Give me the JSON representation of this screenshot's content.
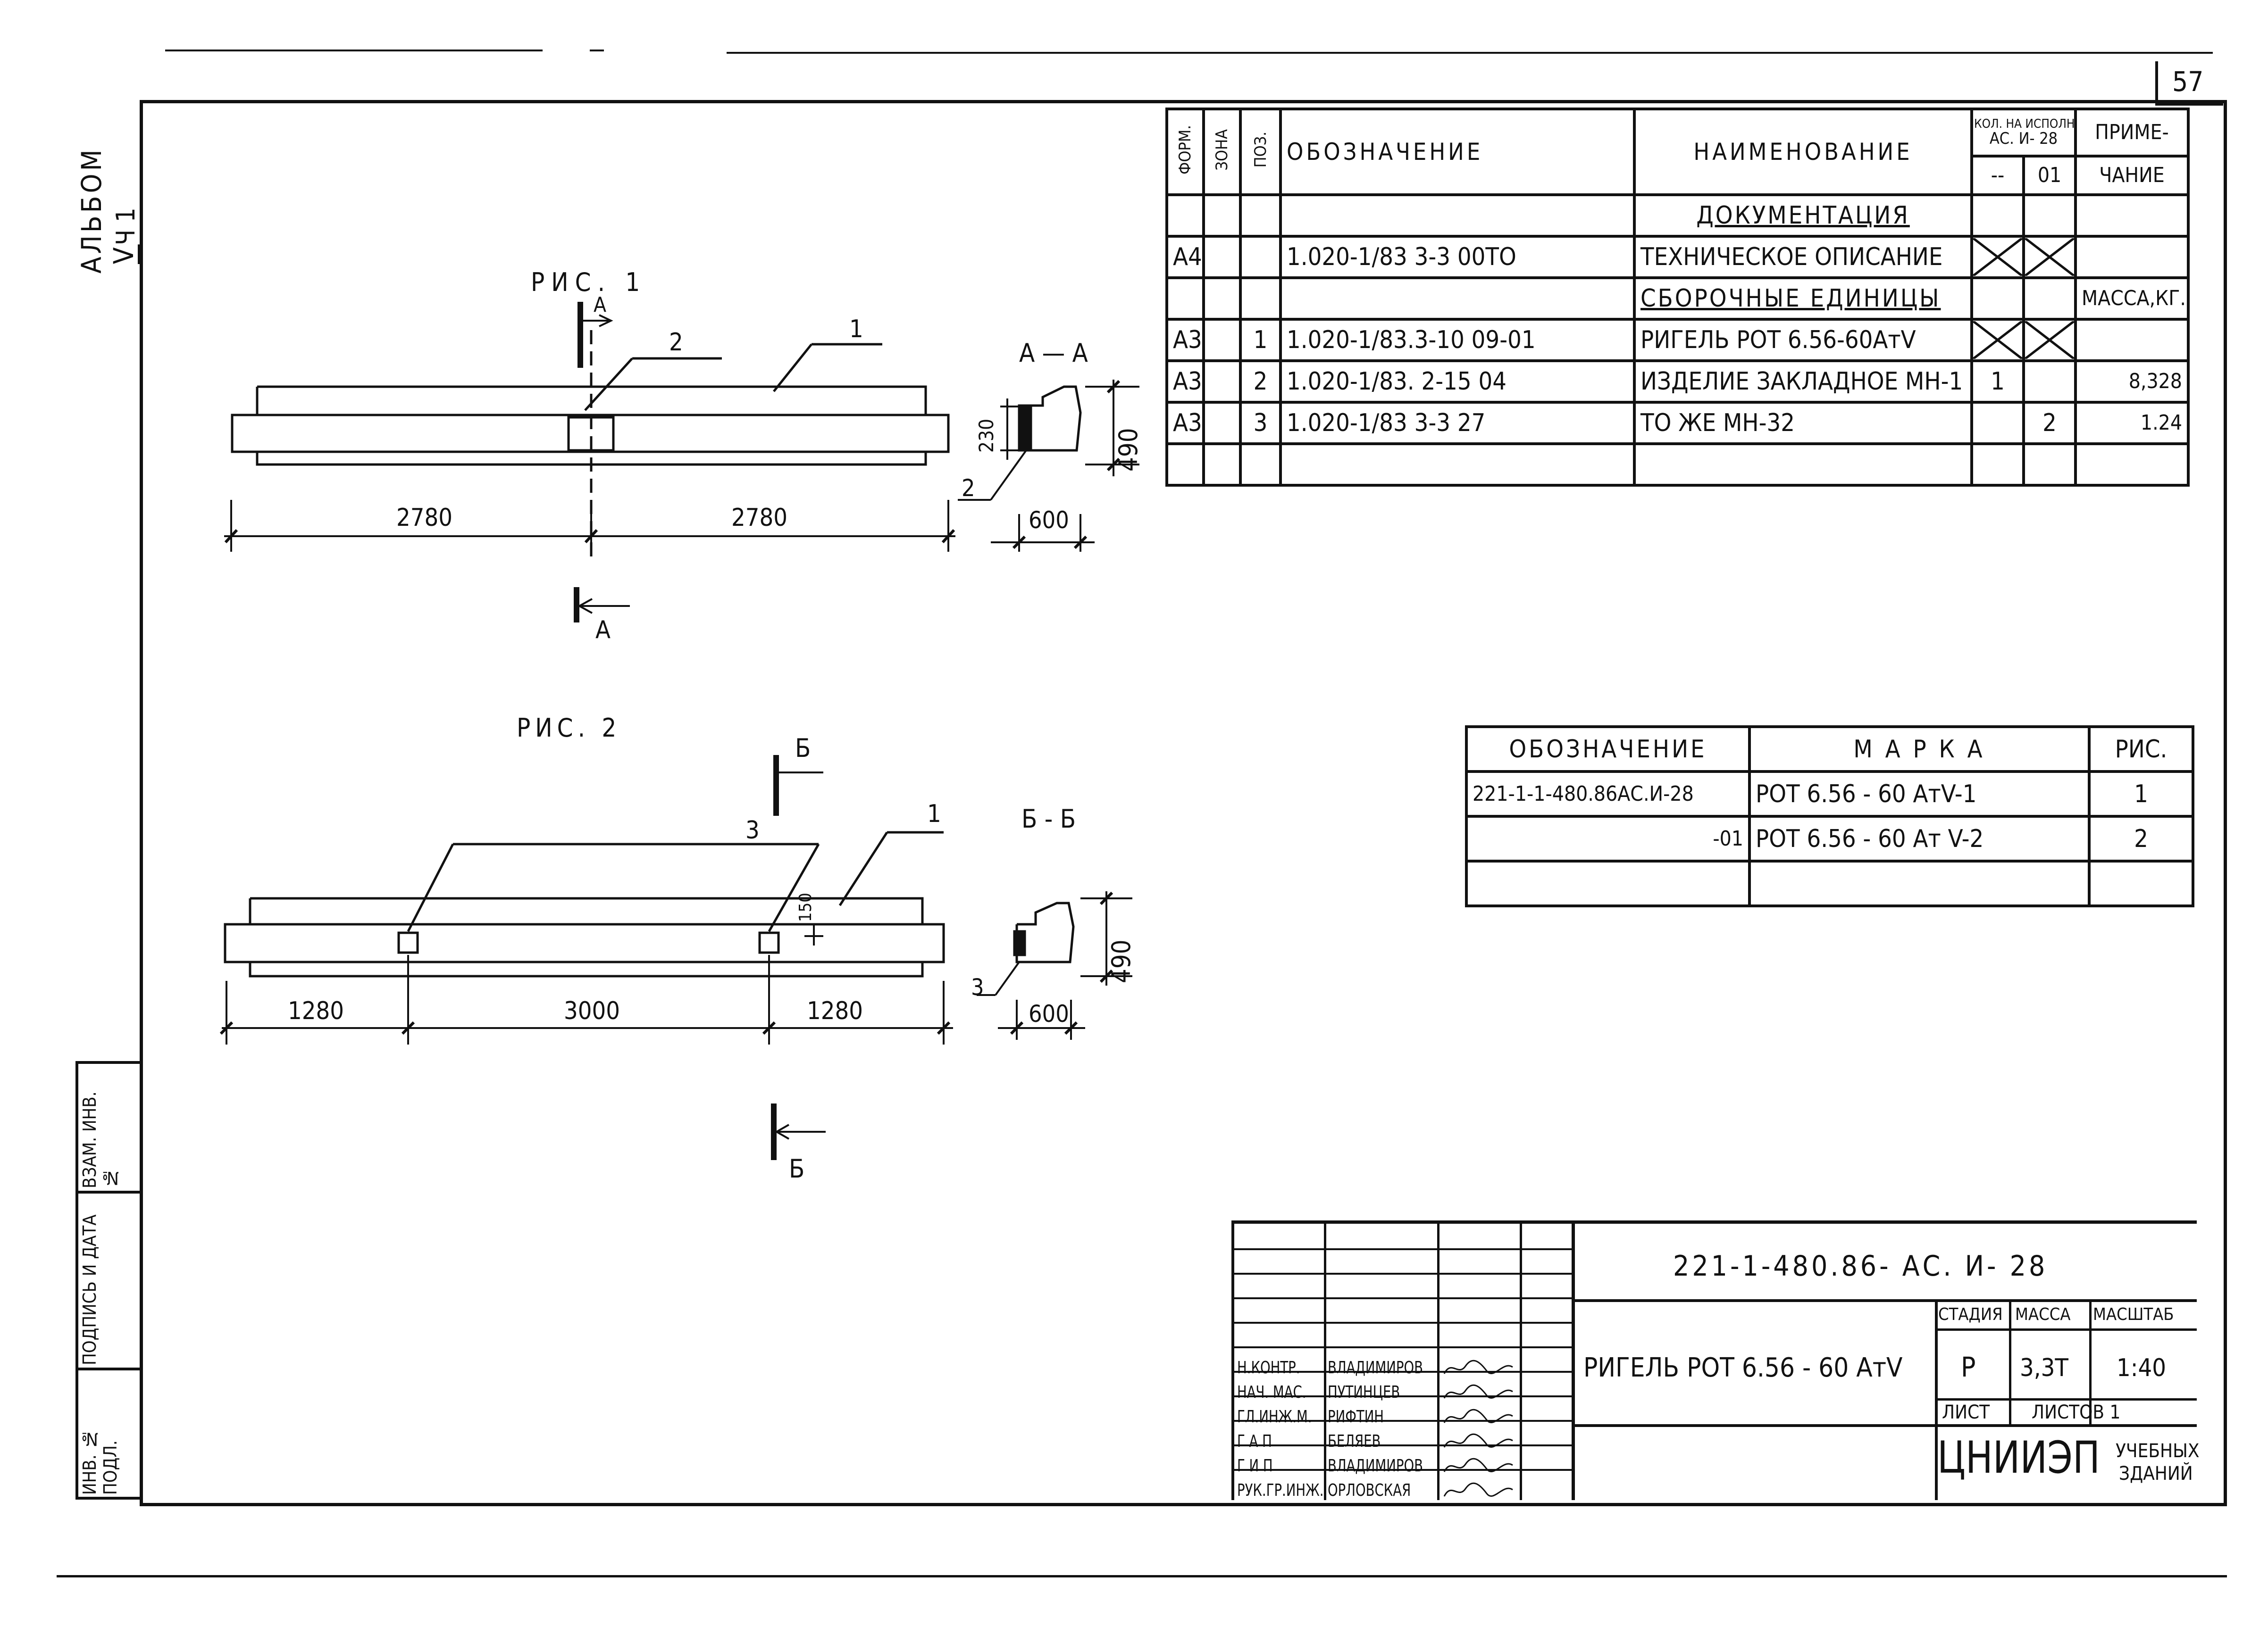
{
  "page_number": "57",
  "album": {
    "label": "АЛЬБОМ",
    "volume": "V",
    "part": "Ч 1"
  },
  "side_stamp": {
    "inv_no": "ИНВ. № ПОДЛ.",
    "sign_date": "ПОДПИСЬ И ДАТА",
    "vzam_inv": "ВЗАМ. ИНВ. №"
  },
  "fig1": {
    "title": "РИС. 1",
    "section_letter": "А",
    "section_title": "А — А",
    "callout_pos2": "2",
    "callout_pos1": "1",
    "callout_section": "2",
    "dim_left": "2780",
    "dim_right": "2780",
    "dim_h": "490",
    "dim_230": "230",
    "dim_w": "600"
  },
  "fig2": {
    "title": "РИС. 2",
    "section_letter": "Б",
    "section_title": "Б - Б",
    "callout_pos3": "3",
    "callout_pos1": "1",
    "callout_section": "3",
    "dim_150": "150",
    "dim_a": "1280",
    "dim_b": "3000",
    "dim_c": "1280",
    "dim_h": "490",
    "dim_w": "600"
  },
  "spec": {
    "headers": {
      "format": "ФОРМ.",
      "zone": "ЗОНА",
      "pos": "ПОЗ.",
      "designation": "ОБОЗНАЧЕНИЕ",
      "name": "НАИМЕНОВАНИЕ",
      "qty": "КОЛ. НА ИСПОЛН.",
      "qty_doc": "АС. И- 28",
      "qty_base": "--",
      "qty_01": "01",
      "note_top": "ПРИМЕ-",
      "note_bottom": "ЧАНИЕ"
    },
    "rows": [
      {
        "format": "",
        "zone": "",
        "pos": "",
        "designation": "",
        "name": "ДОКУМЕНТАЦИЯ",
        "q1": "",
        "q2": "",
        "note": ""
      },
      {
        "format": "А4",
        "zone": "",
        "pos": "",
        "designation": "1.020-1/83 3-3   00ТО",
        "name": "ТЕХНИЧЕСКОЕ ОПИСАНИЕ",
        "q1": "X",
        "q2": "X",
        "note": ""
      },
      {
        "format": "",
        "zone": "",
        "pos": "",
        "designation": "",
        "name": "СБОРОЧНЫЕ ЕДИНИЦЫ",
        "q1": "",
        "q2": "",
        "note": "МАССА,КГ."
      },
      {
        "format": "А3",
        "zone": "",
        "pos": "1",
        "designation": "1.020-1/83.3-10 09-01",
        "name": "РИГЕЛЬ РОТ 6.56-60АтV",
        "q1": "X",
        "q2": "X",
        "note": ""
      },
      {
        "format": "А3",
        "zone": "",
        "pos": "2",
        "designation": "1.020-1/83. 2-15   04",
        "name": "ИЗДЕЛИЕ ЗАКЛАДНОЕ МН-1",
        "q1": "1",
        "q2": "",
        "note": "8,328"
      },
      {
        "format": "А3",
        "zone": "",
        "pos": "3",
        "designation": "1.020-1/83 3-3   27",
        "name": "ТО ЖЕ          МН-32",
        "q1": "",
        "q2": "2",
        "note": "1.24"
      },
      {
        "format": "",
        "zone": "",
        "pos": "",
        "designation": "",
        "name": "",
        "q1": "",
        "q2": "",
        "note": ""
      }
    ]
  },
  "marks": {
    "headers": {
      "designation": "ОБОЗНАЧЕНИЕ",
      "mark": "М А Р К А",
      "fig": "РИС."
    },
    "rows": [
      {
        "designation": "221-1-1-480.86АС.И-28",
        "mark": "РОТ 6.56 - 60 АтV-1",
        "fig": "1"
      },
      {
        "designation": "-01",
        "mark": "РОТ 6.56 - 60 Ат V-2",
        "fig": "2"
      },
      {
        "designation": "",
        "mark": "",
        "fig": ""
      }
    ]
  },
  "title_block": {
    "doc_code": "221-1-480.86- АС. И- 28",
    "item_name": "РИГЕЛЬ РОТ 6.56 - 60 АтV",
    "stage_label": "СТАДИЯ",
    "mass_label": "МАССА",
    "scale_label": "МАСШТАБ",
    "stage": "Р",
    "mass": "3,3Т",
    "scale": "1:40",
    "sheet_label": "ЛИСТ",
    "sheets_label": "ЛИСТОВ 1",
    "org": "ЦНИИЭП",
    "org_sub1": "УЧЕБНЫХ",
    "org_sub2": "ЗДАНИЙ",
    "signers": [
      {
        "role": "Н.КОНТР.",
        "name": "ВЛАДИМИРОВ"
      },
      {
        "role": "НАЧ. МАС.",
        "name": "ПУТИНЦЕВ"
      },
      {
        "role": "ГЛ.ИНЖ.М.",
        "name": "РИФТИН"
      },
      {
        "role": "Г А П",
        "name": "БЕЛЯЕВ"
      },
      {
        "role": "Г И П",
        "name": "ВЛАДИМИРОВ"
      },
      {
        "role": "РУК.ГР.ИНЖ.",
        "name": "ОРЛОВСКАЯ"
      }
    ]
  }
}
